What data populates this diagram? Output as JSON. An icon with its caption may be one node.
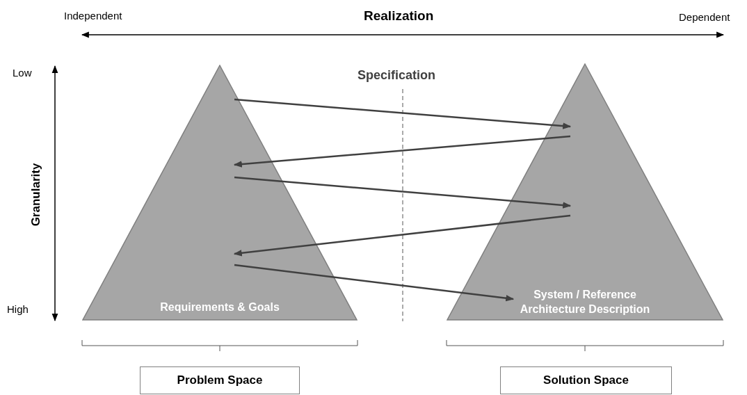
{
  "diagram": {
    "nodes": [
      {
        "text": [
          "Requirements & Goals"
        ]
      },
      {
        "text": [
          "System / Reference Architecture Description"
        ]
      },
      {
        "text": [
          "Problem Space"
        ]
      },
      {
        "text": [
          "Solution Space"
        ]
      }
    ],
    "edges": [
      {
        "from": 0,
        "to": 1,
        "arrow": "to"
      },
      {
        "from": 1,
        "to": 0,
        "arrow": "to"
      },
      {
        "from": 0,
        "to": 1,
        "arrow": "to"
      },
      {
        "from": 1,
        "to": 0,
        "arrow": "to"
      },
      {
        "from": 0,
        "to": 1,
        "arrow": "to"
      }
    ],
    "labels": [
      "Independent",
      "Realization",
      "Dependent",
      "Low",
      "Specification",
      "Granularity",
      "High"
    ]
  }
}
